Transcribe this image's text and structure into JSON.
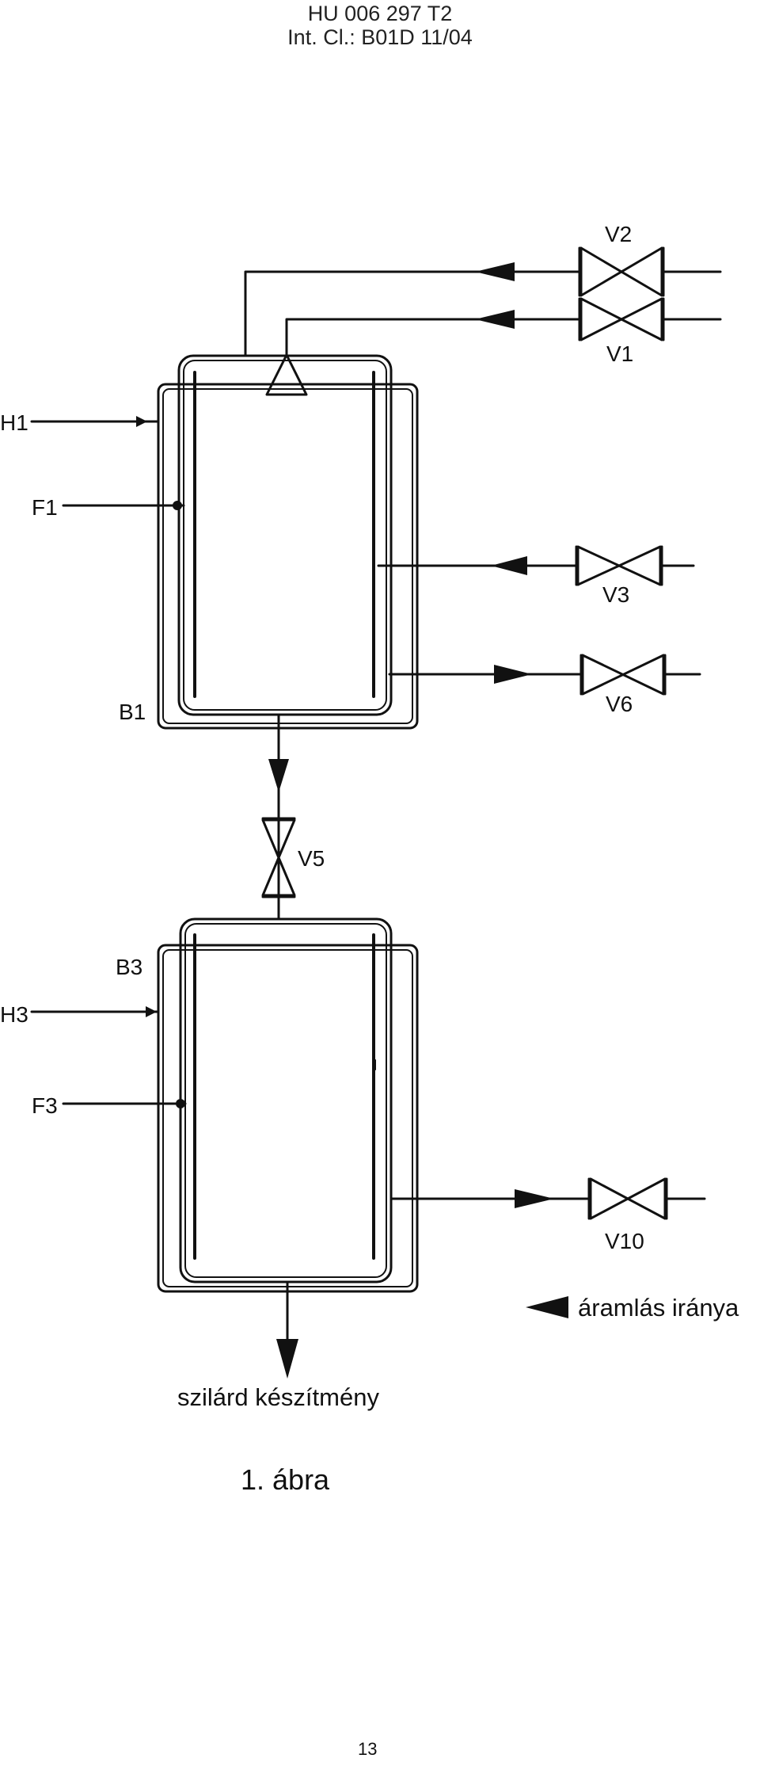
{
  "header": {
    "doc_number": "HU 006 297 T2",
    "classification": "Int. Cl.: B01D 11/04"
  },
  "labels": {
    "v1": "V1",
    "v2": "V2",
    "v3": "V3",
    "v5": "V5",
    "v6": "V6",
    "v10": "V10",
    "h1": "H1",
    "f1": "F1",
    "b1": "B1",
    "b3": "B3",
    "h3": "H3",
    "f3": "F3"
  },
  "legend": {
    "flow_direction": "áramlás iránya"
  },
  "outlet_label": "szilárd készítmény",
  "figure_caption": "1. ábra",
  "page_number": "13"
}
